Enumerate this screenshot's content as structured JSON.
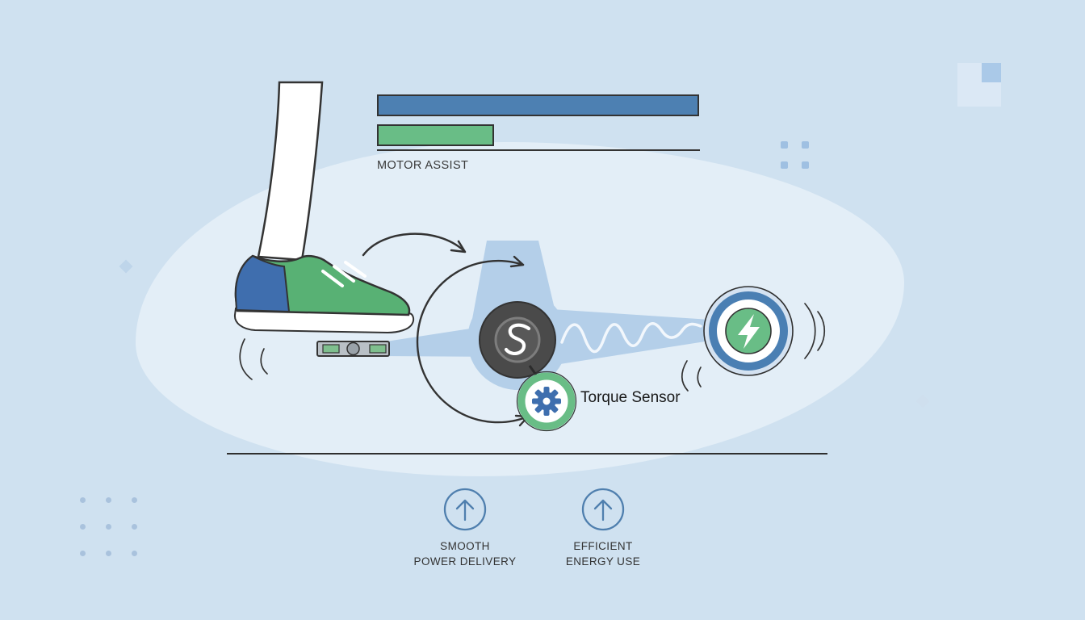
{
  "palette": {
    "background": "#cfe1f0",
    "blob": "#e3eef7",
    "outline": "#333333",
    "bar_blue": "#4d80b2",
    "bar_green": "#69bd86",
    "frame_blue": "#b4cfe9",
    "hub_gray": "#4a4a4a",
    "pedal_gray": "#b9c0c6",
    "shoe_green": "#58b174",
    "shoe_blue": "#3f6eae",
    "gear_blue": "#3e6eae",
    "ring_green": "#69bd86",
    "wheel_ring_blue": "#4a7fb3",
    "feature_icon_blue": "#4f7fae",
    "text_dark": "#2b2b2b"
  },
  "assist_chart": {
    "label": "MOTOR ASSIST",
    "chart_data": {
      "type": "bar",
      "bars": [
        {
          "name": "input-bar",
          "color": "#4d80b2",
          "relative_width": 1.0
        },
        {
          "name": "assist-bar",
          "color": "#69bd86",
          "relative_width": 0.36
        }
      ]
    }
  },
  "diagram": {
    "torque_sensor_label": "Torque Sensor",
    "icons": [
      "spring-icon",
      "gear-icon",
      "lightning-icon",
      "rotation-arrow",
      "pedal-force-arrow"
    ]
  },
  "features": [
    {
      "icon": "up-arrow-icon",
      "line1": "SMOOTH",
      "line2": "POWER DELIVERY"
    },
    {
      "icon": "up-arrow-icon",
      "line1": "EFFICIENT",
      "line2": "ENERGY USE"
    }
  ]
}
